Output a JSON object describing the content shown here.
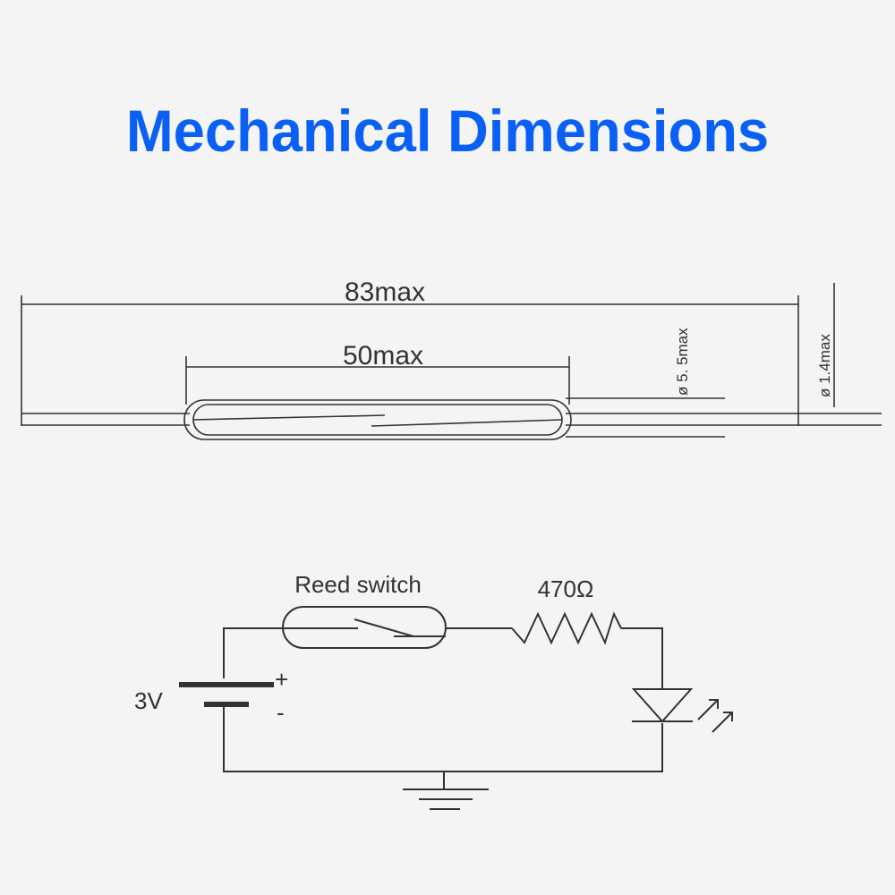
{
  "title": "Mechanical Dimensions",
  "dimensions": {
    "overall_length": "83max",
    "glass_length": "50max",
    "glass_diameter": "ø 5. 5max",
    "lead_diameter": "ø 1.4max"
  },
  "circuit": {
    "switch_label": "Reed switch",
    "resistor_label": "470Ω",
    "battery_label": "3V",
    "plus_label": "+",
    "minus_label": "-"
  }
}
